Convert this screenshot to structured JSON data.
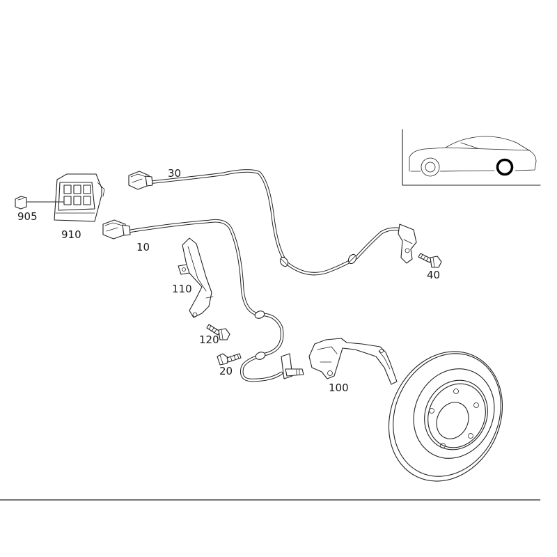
{
  "callouts": {
    "p905": "905",
    "p910": "910",
    "p30": "30",
    "p10": "10",
    "p110": "110",
    "p120": "120",
    "p20": "20",
    "p100": "100",
    "p40": "40"
  },
  "colors": {
    "line": "#222222",
    "background": "#ffffff"
  }
}
